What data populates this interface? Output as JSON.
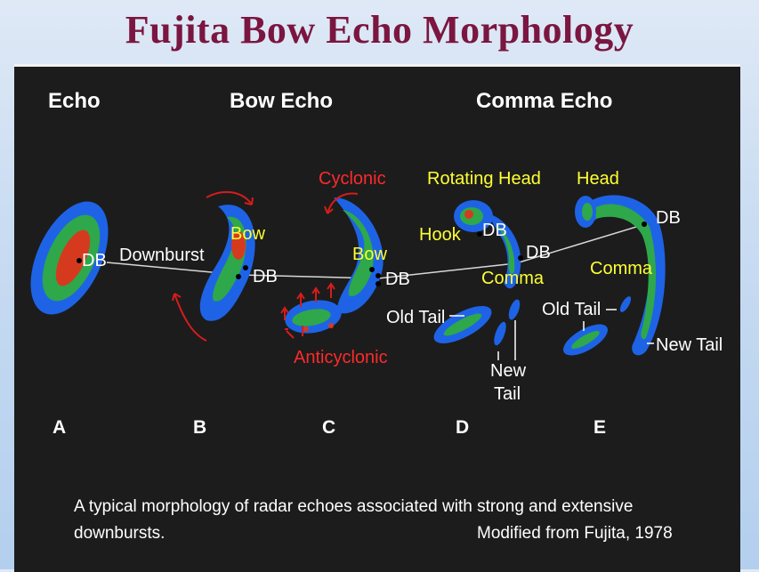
{
  "title": "Fujita Bow Echo Morphology",
  "headers": {
    "echo": "Echo",
    "bow_echo": "Bow Echo",
    "comma_echo": "Comma Echo"
  },
  "labels": {
    "db": "DB",
    "downburst": "Downburst",
    "bow": "Bow",
    "cyclonic": "Cyclonic",
    "anticyclonic": "Anticyclonic",
    "rotating_head": "Rotating Head",
    "hook": "Hook",
    "comma": "Comma",
    "old_tail": "Old Tail",
    "new_tail_1": "New",
    "new_tail_2": "Tail",
    "head": "Head",
    "new_tail": "New Tail"
  },
  "panels": [
    "A",
    "B",
    "C",
    "D",
    "E"
  ],
  "caption": {
    "line1": "A typical morphology of radar echoes associated with strong and extensive",
    "line2": "downbursts.",
    "credit": "Modified from Fujita, 1978"
  },
  "colors": {
    "blue": "#1e63e6",
    "green": "#2ea84a",
    "red": "#d63a1e",
    "bg": "#1c1c1c",
    "title": "#7a1640"
  }
}
